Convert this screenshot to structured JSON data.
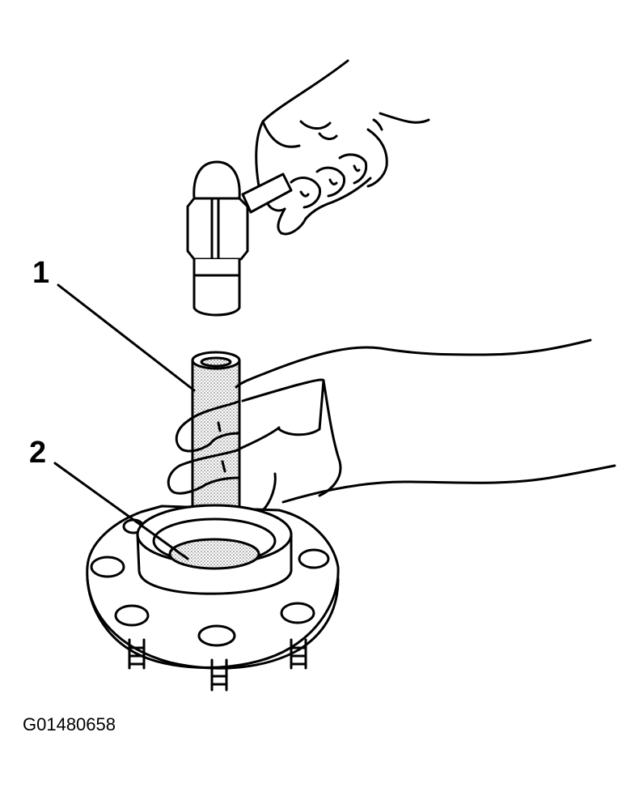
{
  "callouts": [
    {
      "label": "1"
    },
    {
      "label": "2"
    }
  ],
  "figure_id": "G01480658",
  "colors": {
    "ink": "#000000",
    "paper": "#ffffff",
    "stipple": "#8a8a8a"
  }
}
